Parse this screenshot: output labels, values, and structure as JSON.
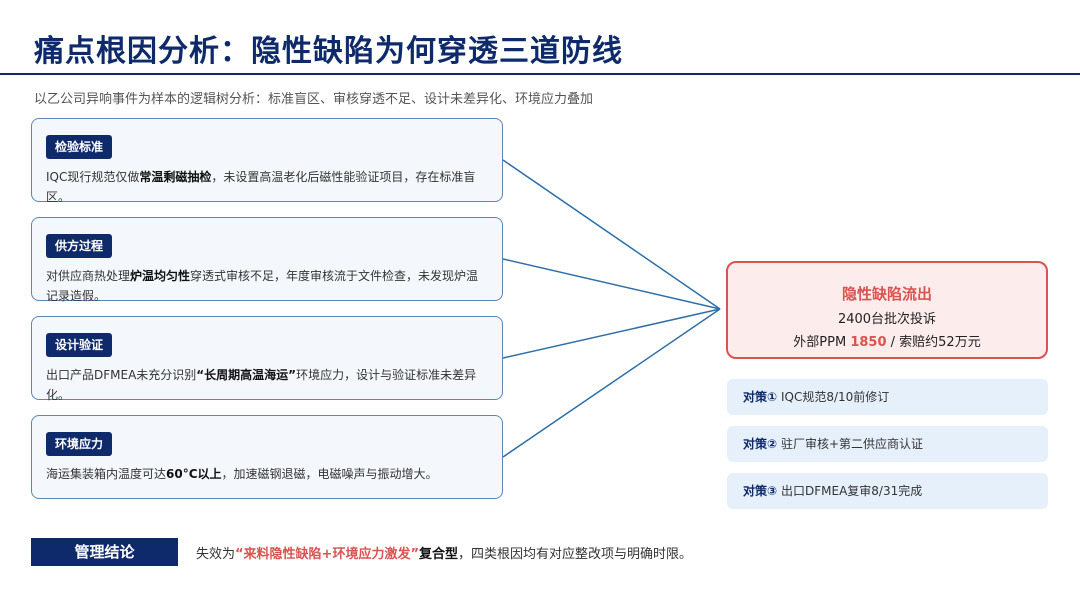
{
  "title": "痛点根因分析：隐性缺陷为何穿透三道防线",
  "subtitle": "以乙公司异响事件为样本的逻辑树分析：标准盲区、审核穿透不足、设计未差异化、环境应力叠加",
  "causes": [
    {
      "tag": "检验标准",
      "pre": "IQC现行规范仅做",
      "bold": "常温剩磁抽检",
      "post": "，未设置高温老化后磁性能验证项目，存在标准盲区。"
    },
    {
      "tag": "供方过程",
      "pre": "对供应商热处理",
      "bold": "炉温均匀性",
      "post": "穿透式审核不足，年度审核流于文件检查，未发现炉温记录造假。"
    },
    {
      "tag": "设计验证",
      "pre": "出口产品DFMEA未充分识别",
      "bold": "“长周期高温海运”",
      "post": "环境应力，设计与验证标准未差异化。"
    },
    {
      "tag": "环境应力",
      "pre": "海运集装箱内温度可达",
      "bold": "60°C以上",
      "post": "，加速磁钢退磁，电磁噪声与振动增大。"
    }
  ],
  "result": {
    "title": "隐性缺陷流出",
    "line1": "2400台批次投诉",
    "line2_pre": "外部PPM ",
    "ppm": "1850",
    "line2_post": " / 索赔约52万元"
  },
  "measures": [
    {
      "key": "对策①",
      "text": " IQC规范8/10前修订"
    },
    {
      "key": "对策②",
      "text": " 驻厂审核+第二供应商认证"
    },
    {
      "key": "对策③",
      "text": " 出口DFMEA复审8/31完成"
    }
  ],
  "conclusion": {
    "label": "管理结论",
    "pre": "失效为",
    "red": "“来料隐性缺陷+环境应力激发”",
    "bold": "复合型",
    "post": "，四类根因均有对应整改项与明确时限。"
  },
  "colors": {
    "navy": "#0f2a6b",
    "red": "#d9534f",
    "box_border": "#5b86b8",
    "connector": "#2f6fa8"
  }
}
